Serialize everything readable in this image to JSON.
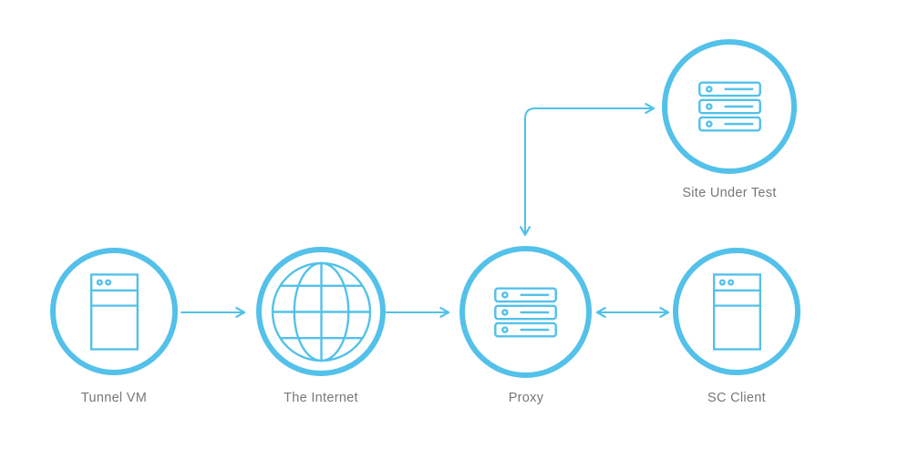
{
  "diagram": {
    "colors": {
      "accent_blue": "#53C1E9",
      "label_gray": "#76777B",
      "background": "#FFFFFF"
    },
    "nodes": [
      {
        "id": "tunnel-vm",
        "label": "Tunnel VM",
        "icon": "tower-server-icon"
      },
      {
        "id": "the-internet",
        "label": "The Internet",
        "icon": "globe-icon"
      },
      {
        "id": "proxy",
        "label": "Proxy",
        "icon": "server-stack-icon"
      },
      {
        "id": "sc-client",
        "label": "SC Client",
        "icon": "tower-server-icon"
      },
      {
        "id": "site-under-test",
        "label": "Site Under Test",
        "icon": "server-stack-icon"
      }
    ],
    "edges": [
      {
        "from": "tunnel-vm",
        "to": "the-internet",
        "direction": "one-way",
        "shape": "straight"
      },
      {
        "from": "the-internet",
        "to": "proxy",
        "direction": "one-way",
        "shape": "straight"
      },
      {
        "from": "proxy",
        "to": "sc-client",
        "direction": "two-way",
        "shape": "straight"
      },
      {
        "from": "proxy",
        "to": "site-under-test",
        "direction": "two-way",
        "shape": "elbow"
      }
    ]
  }
}
